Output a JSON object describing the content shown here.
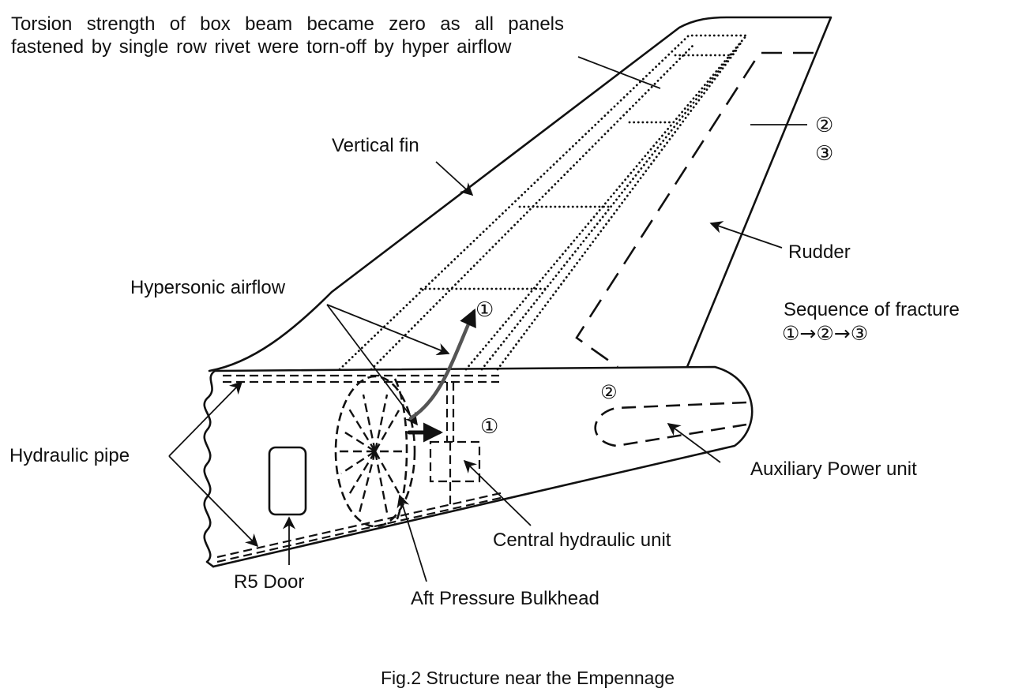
{
  "figure": {
    "caption": "Fig.2 Structure near the Empennage",
    "note": "Torsion strength of box beam became zero as all panels fastened by single row rivet were torn-off by hyper airflow"
  },
  "labels": {
    "vertical_fin": "Vertical fin",
    "rudder": "Rudder",
    "hypersonic_airflow": "Hypersonic airflow",
    "hydraulic_pipe": "Hydraulic pipe",
    "r5_door": "R5 Door",
    "aft_pressure_bulkhead": "Aft Pressure Bulkhead",
    "central_hydraulic_unit": "Central hydraulic unit",
    "auxiliary_power_unit": "Auxiliary Power unit"
  },
  "fracture": {
    "title": "Sequence of fracture",
    "sequence": "①→②→③",
    "marker_1": "①",
    "marker_2": "②",
    "marker_3": "③"
  }
}
